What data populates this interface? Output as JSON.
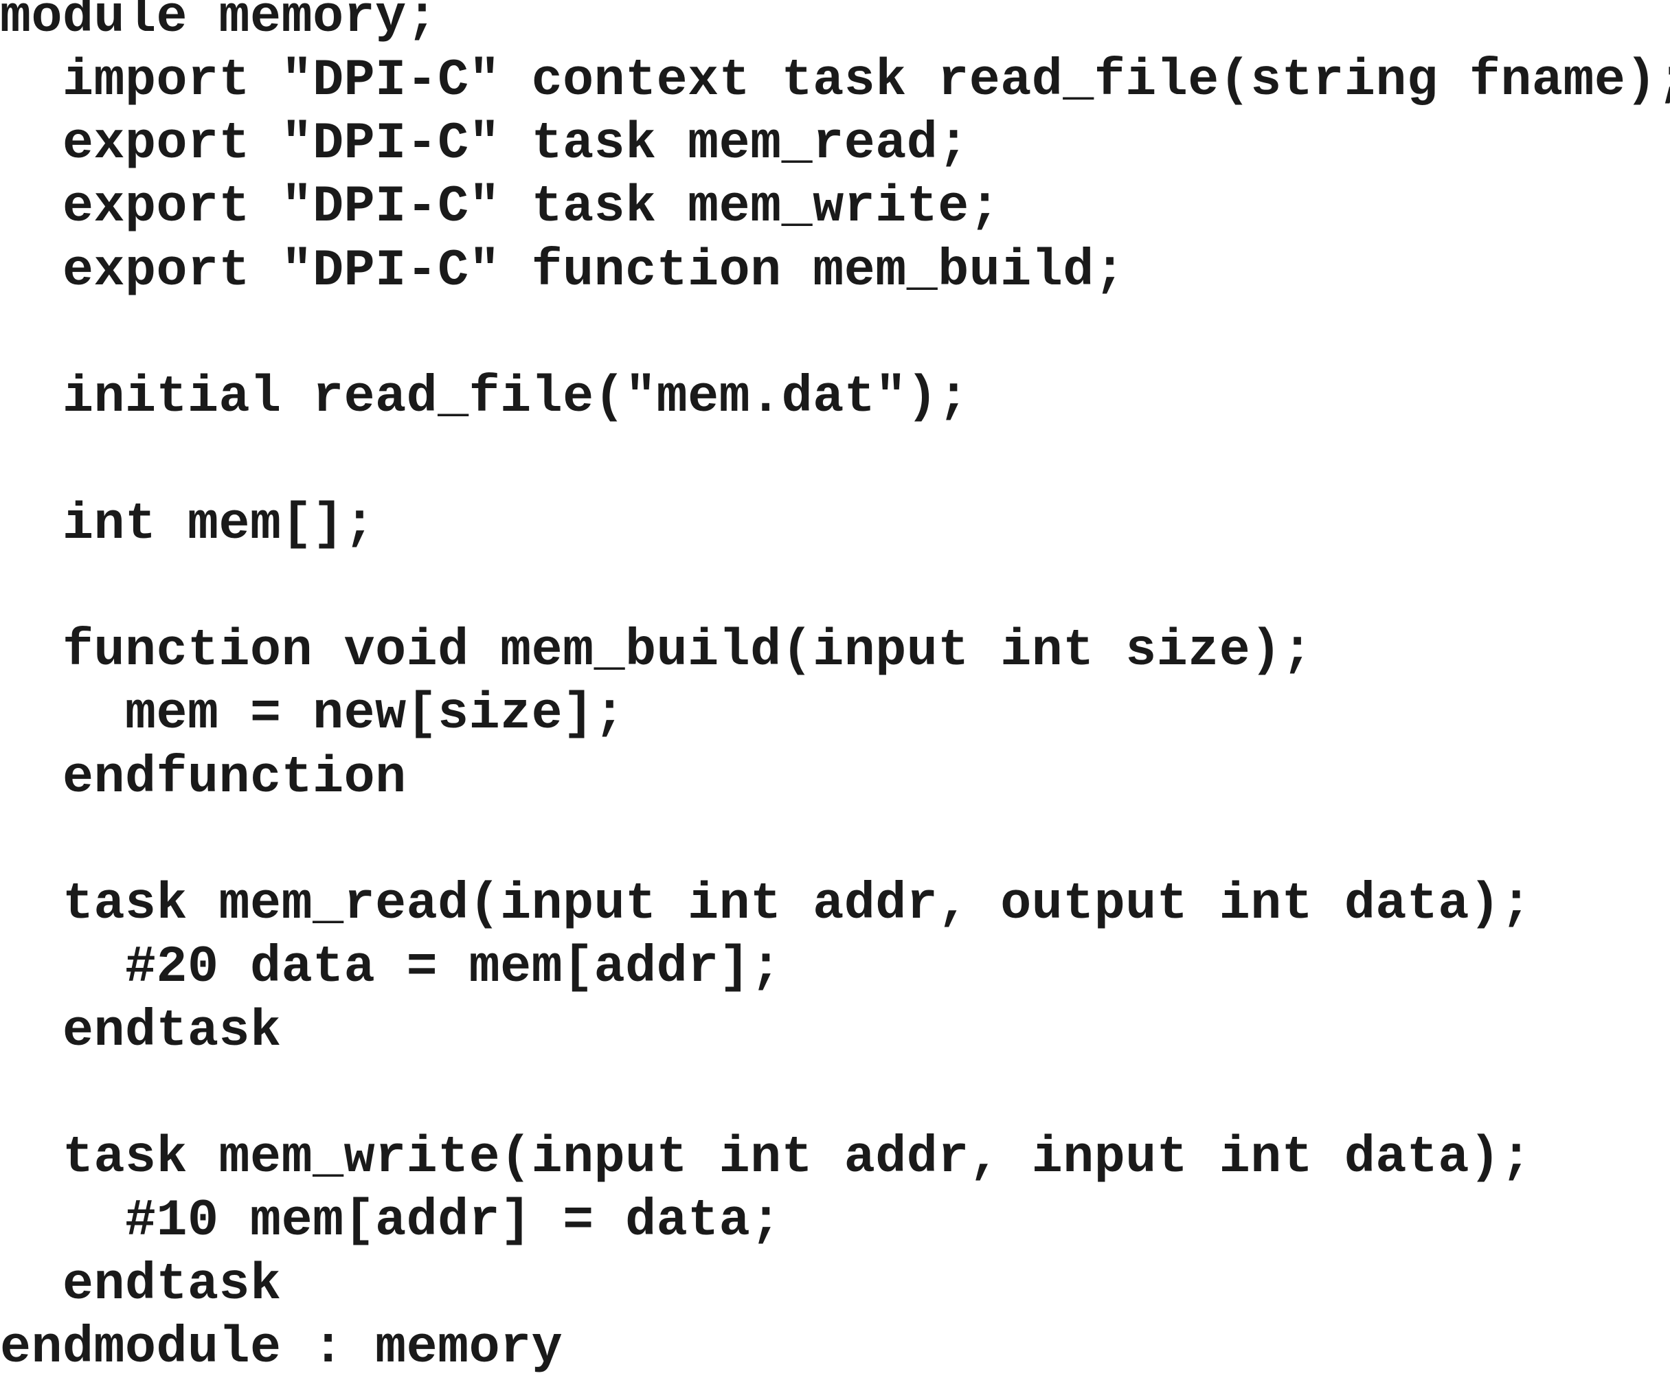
{
  "code": {
    "lines": [
      "module memory;",
      "  import \"DPI-C\" context task read_file(string fname);",
      "  export \"DPI-C\" task mem_read;",
      "  export \"DPI-C\" task mem_write;",
      "  export \"DPI-C\" function mem_build;",
      "",
      "  initial read_file(\"mem.dat\");",
      "",
      "  int mem[];",
      "",
      "  function void mem_build(input int size);",
      "    mem = new[size];",
      "  endfunction",
      "",
      "  task mem_read(input int addr, output int data);",
      "    #20 data = mem[addr];",
      "  endtask",
      "",
      "  task mem_write(input int addr, input int data);",
      "    #10 mem[addr] = data;",
      "  endtask",
      "endmodule : memory"
    ]
  }
}
